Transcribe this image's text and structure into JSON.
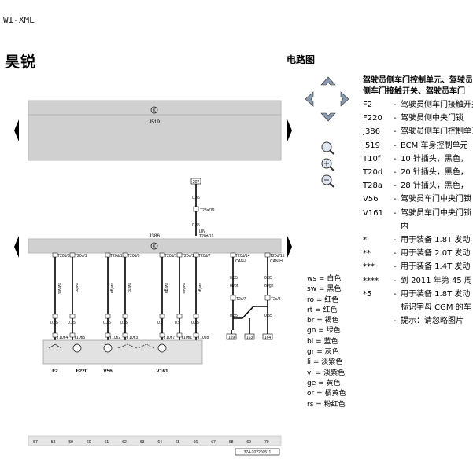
{
  "header_code": "WI-XML",
  "model_name": "昊锐",
  "section_title": "电路图",
  "diagram": {
    "top_module": {
      "ground_symbol": "K",
      "label": "J519"
    },
    "mid_module": {
      "ground_symbol": "K",
      "label": "J386"
    },
    "connector_top_box": "207",
    "wire_size_top": "0.35",
    "connector_t28a": "T28a/19",
    "wire_size_mid": "0.35",
    "wire_code_lin": "LIN",
    "connector_t20d16": "T20d/16",
    "pins": [
      {
        "conn": "T20d/8",
        "harness": "sw/ws",
        "color_code": "sw/ws",
        "size": "0.35",
        "bottom": "T10f/4"
      },
      {
        "conn": "T20d/1",
        "harness": "sw/ro",
        "color_code": "sw/ro",
        "size": "0.35",
        "bottom": "T10f/5"
      },
      {
        "conn": "T20d/19",
        "harness": "sw/gn",
        "color_code": "sw/gn",
        "size": "0.35",
        "bottom": "T10f/2"
      },
      {
        "conn": "T20d/9",
        "harness": "sw/ro",
        "color_code": "sw/ro",
        "size": "0.35",
        "bottom": "T10f/3"
      },
      {
        "conn": "T20d/12",
        "harness": "sw/gn",
        "color_code": "sw/gn",
        "size": "0.5",
        "bottom": "T10f/7"
      },
      {
        "conn": "T20d/11",
        "harness": "sw/ws",
        "color_code": "sw/ws",
        "size": "0.5",
        "bottom": "T10f/1"
      },
      {
        "conn": "T20d/7",
        "harness": "sw/gr",
        "color_code": "sw/gr",
        "size": "0.35",
        "bottom": "T10f/8"
      },
      {
        "conn": "T20d/14",
        "harness": "CAN-L",
        "color_code": "or/br",
        "size": "0.35",
        "bottom": "T2s/7"
      },
      {
        "conn": "T20d/15",
        "harness": "CAN-H",
        "color_code": "or/gn",
        "size": "0.35",
        "bottom": "T2s/8"
      }
    ],
    "bottom_refs": [
      "159",
      "163",
      "164"
    ],
    "component_labels": [
      "F2",
      "F220",
      "V56",
      "V161"
    ],
    "pin_numbers": [
      "57",
      "58",
      "59",
      "60",
      "61",
      "62",
      "63",
      "64",
      "65",
      "66",
      "67",
      "68",
      "69",
      "70"
    ],
    "diagram_id": "374-202200511"
  },
  "navigation": {
    "up": "up-arrow-icon",
    "left": "left-arrow-icon",
    "right": "right-arrow-icon",
    "down": "down-arrow-icon",
    "zoom_in": "zoom-in-icon",
    "zoom_fit": "zoom-fit-icon",
    "zoom_out": "zoom-out-icon"
  },
  "color_legend": [
    "ws = 白色",
    "sw = 黑色",
    "ro = 红色",
    "rt = 红色",
    "br = 褐色",
    "gn = 绿色",
    "bl = 蓝色",
    "gr = 灰色",
    "li = 淡紫色",
    "vi = 淡紫色",
    "ge = 黄色",
    "or = 橘黄色",
    "rs = 粉红色"
  ],
  "component_legend": {
    "title_line1": "驾驶员侧车门控制单元、驾驶员",
    "title_line2": "侧车门接触开关、驾驶员车门",
    "items": [
      {
        "code": "F2",
        "desc": "驾驶员侧车门接触开关"
      },
      {
        "code": "F220",
        "desc": "驾驶员侧中央门锁"
      },
      {
        "code": "J386",
        "desc": "驾驶员侧车门控制单元"
      },
      {
        "code": "J519",
        "desc": "BCM 车身控制单元"
      },
      {
        "code": "T10f",
        "desc": "10 针插头，黑色，"
      },
      {
        "code": "T20d",
        "desc": "20 针插头，黑色，"
      },
      {
        "code": "T28a",
        "desc": "28 针插头，黑色，"
      },
      {
        "code": "V56",
        "desc": "驾驶员车门中央门锁"
      },
      {
        "code": "V161",
        "desc": "驾驶员车门中央门锁"
      },
      {
        "code": "",
        "desc": "内"
      },
      {
        "code": "*",
        "desc": "用于装备 1.8T 发动"
      },
      {
        "code": "**",
        "desc": "用于装备 2.0T 发动"
      },
      {
        "code": "***",
        "desc": "用于装备 1.4T 发动"
      },
      {
        "code": "****",
        "desc": "到 2011 年第 45 周"
      },
      {
        "code": "*5",
        "desc": "用于装备 1.8T 发动"
      },
      {
        "code": "",
        "desc": "标识字母 CGM 的车"
      },
      {
        "code": "",
        "desc": "提示：请忽略图片"
      }
    ]
  }
}
